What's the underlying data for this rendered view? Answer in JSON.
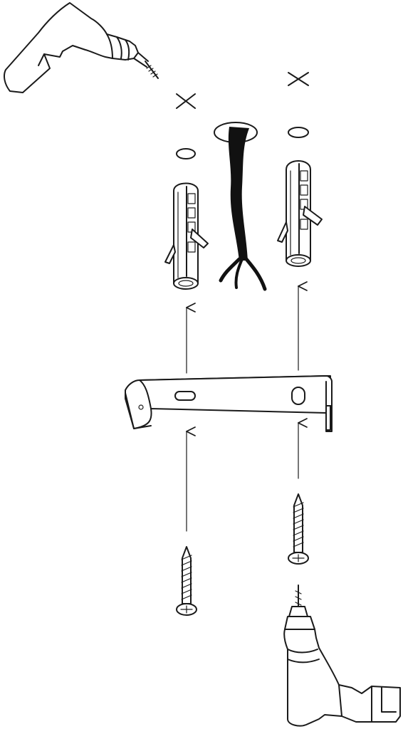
{
  "diagram": {
    "kind": "wall-mount-installation-steps",
    "colors": {
      "line": "#1a1a1a",
      "background": "#ffffff",
      "cable": "#111111"
    },
    "components": [
      {
        "name": "drill-icon",
        "count": 2
      },
      {
        "name": "drill-mark-x",
        "count": 2
      },
      {
        "name": "wall-hole",
        "count": 2
      },
      {
        "name": "cable-outlet",
        "count": 1
      },
      {
        "name": "wall-plug",
        "count": 2
      },
      {
        "name": "mounting-bracket",
        "count": 1
      },
      {
        "name": "screw",
        "count": 2
      },
      {
        "name": "direction-arrow",
        "count": 4
      }
    ]
  }
}
